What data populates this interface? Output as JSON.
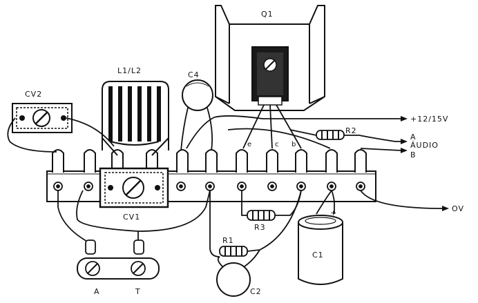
{
  "labels": {
    "q1": "Q1",
    "l1l2": "L1/L2",
    "cv2": "CV2",
    "c4": "C4",
    "cv1": "CV1",
    "r2": "R2",
    "r3": "R3",
    "r1": "R1",
    "c1": "C1",
    "c2": "C2",
    "plus_v": "+12/15V",
    "audio_a": "A",
    "audio_word": "ÁUDIO",
    "audio_b": "B",
    "zero_v": "OV",
    "antenna_a": "A",
    "antenna_t": "T",
    "pin_e": "e",
    "pin_c": "c",
    "pin_b": "b",
    "plus_sign": "+"
  }
}
